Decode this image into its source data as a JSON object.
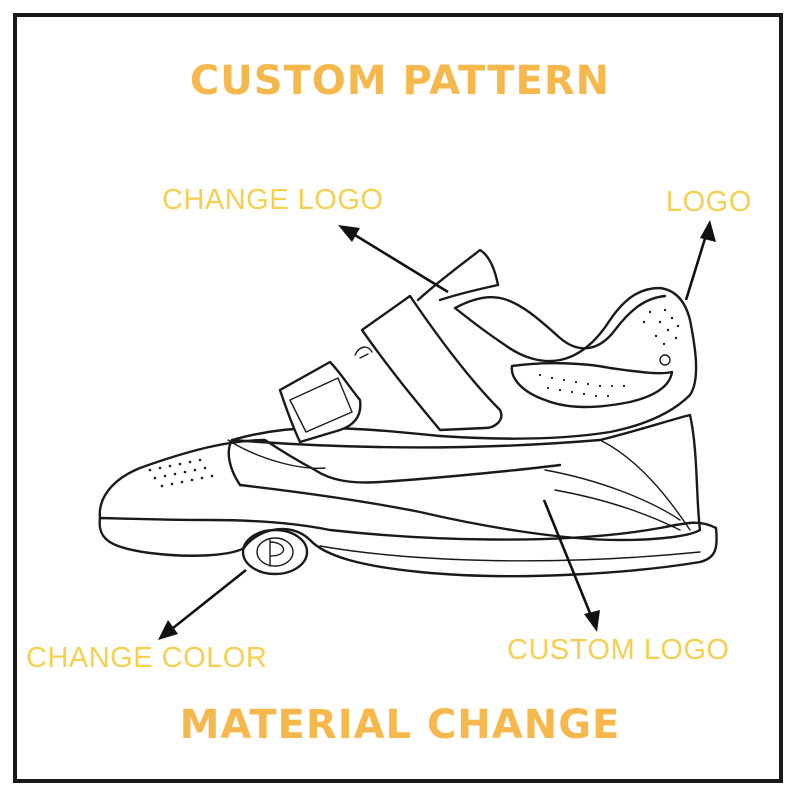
{
  "title": "CUSTOM PATTERN",
  "footer": "MATERIAL CHANGE",
  "callouts": {
    "change_logo": "CHANGE LOGO",
    "logo": "LOGO",
    "change_color": "CHANGE COLOR",
    "custom_logo": "CUSTOM LOGO"
  },
  "colors": {
    "heading": "#f6b84c",
    "callout": "#f7cf4f",
    "ink": "#1a1a1a"
  }
}
